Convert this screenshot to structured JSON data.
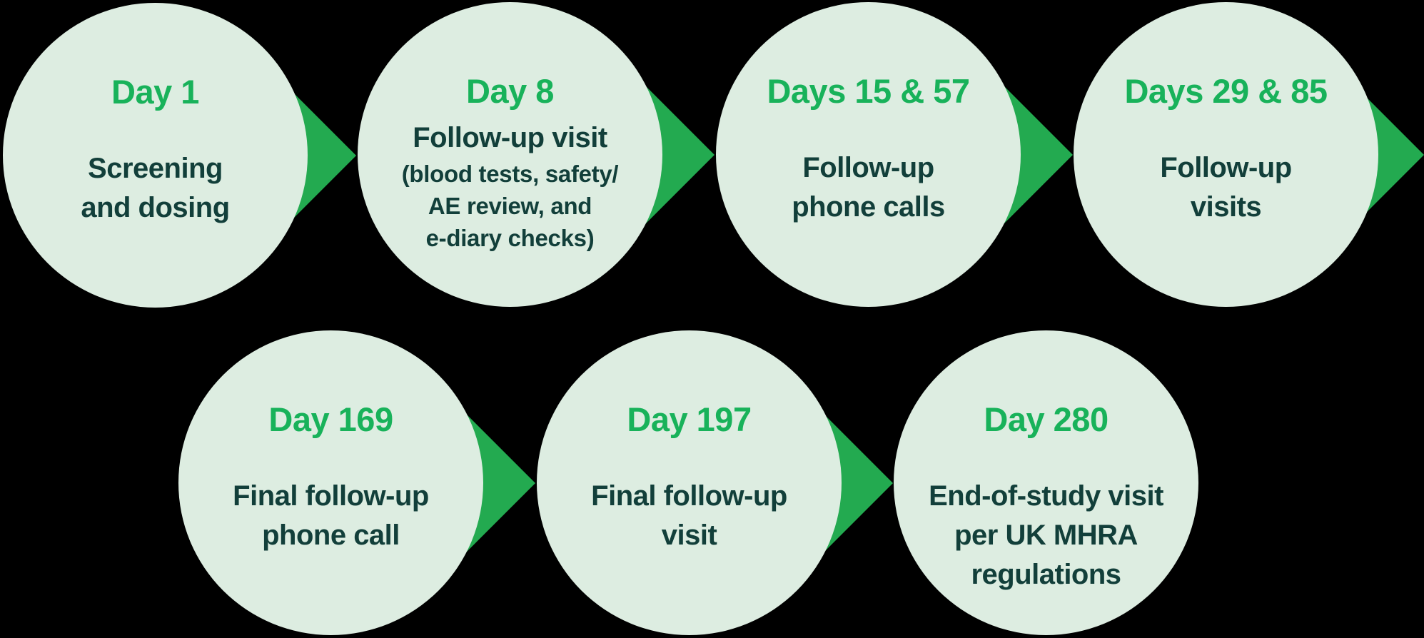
{
  "theme": {
    "background": "#000000",
    "circle_fill": "#DDEDE1",
    "day_label_color": "#18B25A",
    "body_text_color": "#123F3A",
    "arrow_color": "#23AA50"
  },
  "stages": [
    {
      "title": "Day 1",
      "body": [
        "Screening",
        "and dosing"
      ]
    },
    {
      "title": "Day 8",
      "body": [
        "Follow-up visit"
      ],
      "note": [
        "(blood tests, safety/",
        "AE review, and",
        "e-diary checks)"
      ]
    },
    {
      "title": "Days 15 & 57",
      "body": [
        "Follow-up",
        "phone calls"
      ]
    },
    {
      "title": "Days 29 & 85",
      "body": [
        "Follow-up",
        "visits"
      ]
    },
    {
      "title": "Day 169",
      "body": [
        "Final follow-up",
        "phone call"
      ]
    },
    {
      "title": "Day 197",
      "body": [
        "Final follow-up",
        "visit"
      ]
    },
    {
      "title": "Day 280",
      "body": [
        "End-of-study visit",
        "per UK MHRA",
        "regulations"
      ]
    }
  ]
}
